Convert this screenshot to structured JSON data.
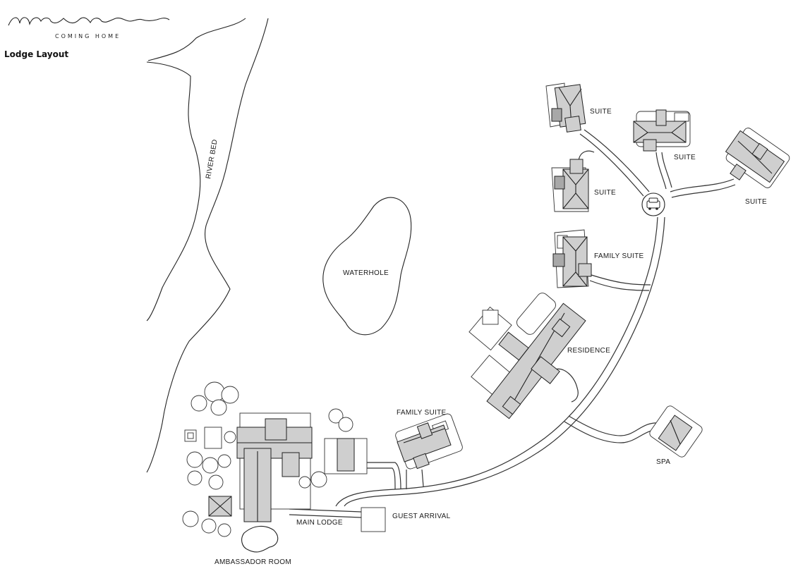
{
  "brand": {
    "logo_text": "monwana",
    "tagline": "COMING HOME"
  },
  "page_title": "Lodge Layout",
  "map_labels": {
    "river_bed": "RIVER BED",
    "waterhole": "WATERHOLE",
    "suite_1": "SUITE",
    "suite_2": "SUITE",
    "suite_3": "SUITE",
    "suite_4": "SUITE",
    "family_suite_north": "FAMILY SUITE",
    "residence": "RESIDENCE",
    "family_suite_south": "FAMILY SUITE",
    "spa": "SPA",
    "guest_arrival": "GUEST ARRIVAL",
    "main_lodge": "MAIN LODGE",
    "ambassador_room": "AMBASSADOR ROOM"
  },
  "icons": {
    "vehicle_turnaround": "car-icon"
  },
  "colors": {
    "roof": "#cfcfcf",
    "outline": "#222222",
    "background": "#ffffff"
  }
}
